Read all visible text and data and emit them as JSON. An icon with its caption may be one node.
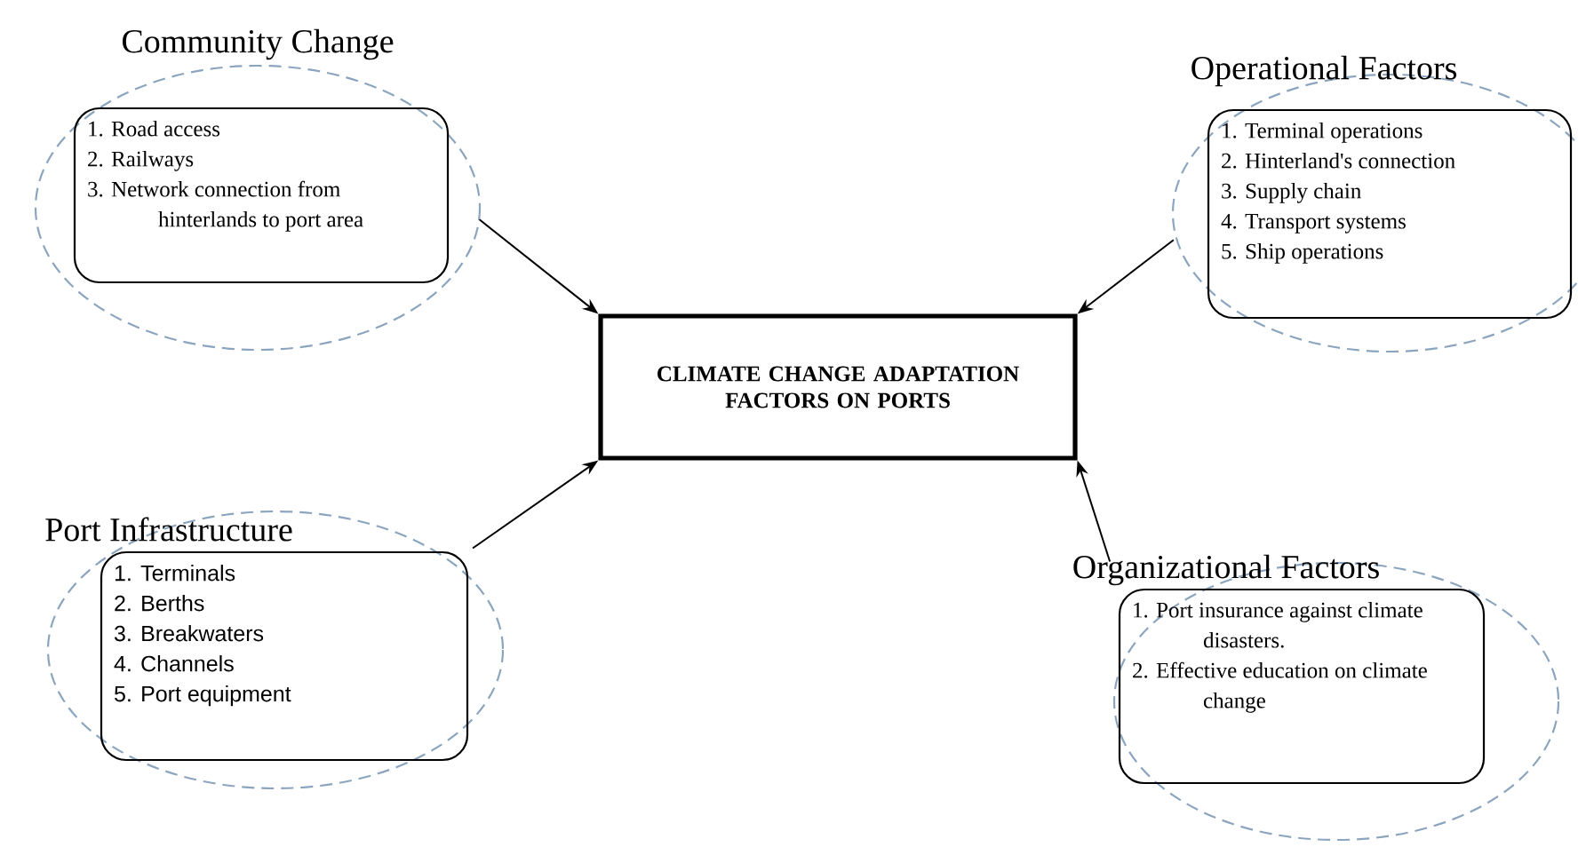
{
  "diagram": {
    "nodes": [
      {
        "text": [
          "CLIMATE CHANGE ADAPTATION FACTORS ON PORTS"
        ]
      },
      {
        "text": [
          "Community Change",
          "1. Road access",
          "2. Railways",
          "3. Network connection from hinterlands to port area"
        ]
      },
      {
        "text": [
          "Operational Factors",
          "1. Terminal operations",
          "2. Hinterland's connection",
          "3. Supply chain",
          "4. Transport systems",
          "5. Ship operations"
        ]
      },
      {
        "text": [
          "Port Infrastructure",
          "1. Terminals",
          "2. Berths",
          "3. Breakwaters",
          "4. Channels",
          "5. Port equipment"
        ]
      },
      {
        "text": [
          "Organizational Factors",
          "1. Port insurance against climate disasters.",
          "2. Effective education on climate change"
        ]
      }
    ],
    "edges": [
      {
        "from": 1,
        "to": 0,
        "arrow": "to"
      },
      {
        "from": 2,
        "to": 0,
        "arrow": "to"
      },
      {
        "from": 3,
        "to": 0,
        "arrow": "to"
      },
      {
        "from": 4,
        "to": 0,
        "arrow": "to"
      }
    ]
  }
}
